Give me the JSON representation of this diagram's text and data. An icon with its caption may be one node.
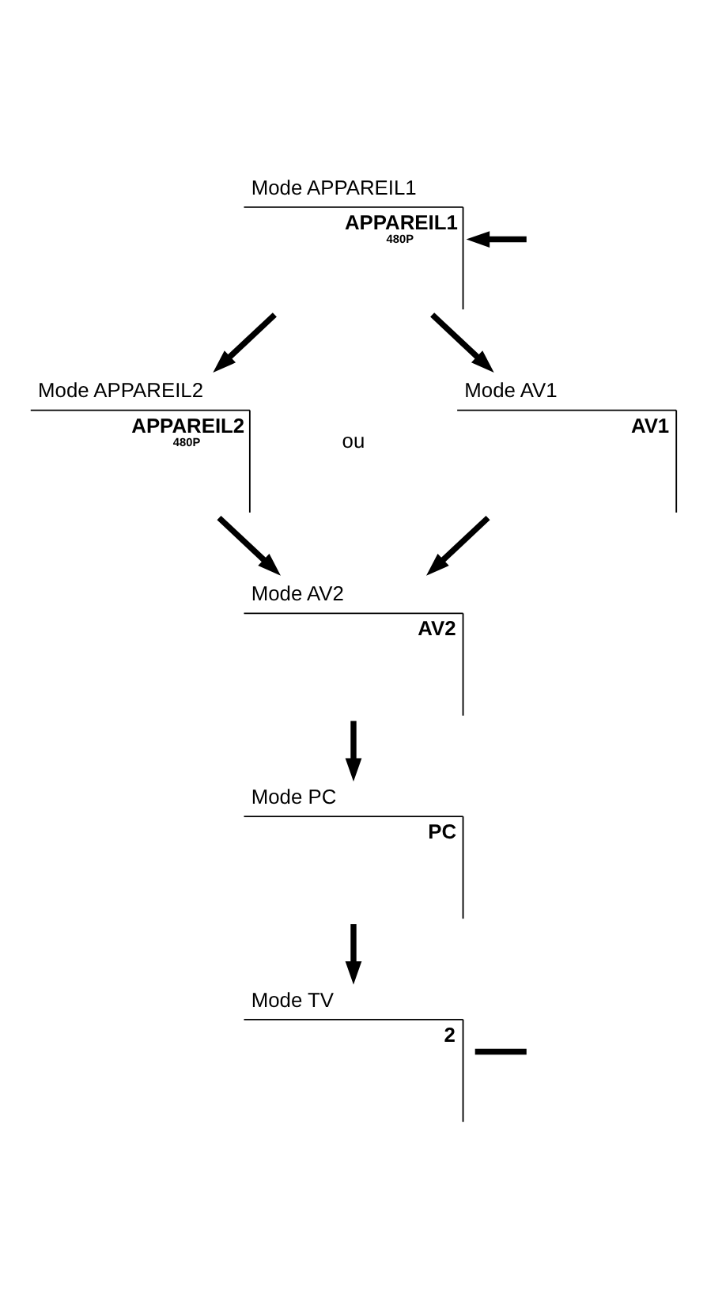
{
  "diagram": {
    "nodes": [
      {
        "text": [
          "Mode APPAREIL1",
          "APPAREIL1",
          "480P"
        ]
      },
      {
        "text": [
          "Mode APPAREIL2",
          "APPAREIL2",
          "480P"
        ]
      },
      {
        "text": [
          "Mode AV1",
          "AV1"
        ]
      },
      {
        "text": [
          "Mode AV2",
          "AV2"
        ]
      },
      {
        "text": [
          "Mode PC",
          "PC"
        ]
      },
      {
        "text": [
          "Mode TV",
          "2"
        ]
      }
    ],
    "edges": [
      {
        "from": null,
        "to": 0,
        "arrow": "to"
      },
      {
        "from": 0,
        "to": 1,
        "arrow": "to"
      },
      {
        "from": 0,
        "to": 2,
        "arrow": "to"
      },
      {
        "from": 1,
        "to": 3,
        "arrow": "to"
      },
      {
        "from": 2,
        "to": 3,
        "arrow": "to"
      },
      {
        "from": 3,
        "to": 4,
        "arrow": "to"
      },
      {
        "from": 4,
        "to": 5,
        "arrow": "to"
      },
      {
        "from": 5,
        "to": null,
        "arrow": "none"
      }
    ],
    "labels": [
      "ou"
    ]
  }
}
